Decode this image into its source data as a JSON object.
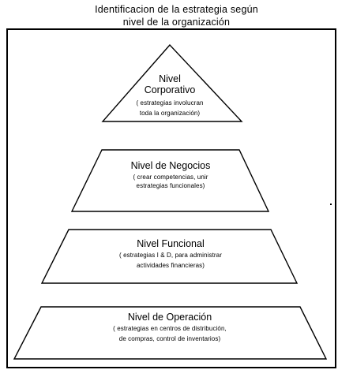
{
  "title": {
    "line1": "Identificacion de la estrategia según",
    "line2": "nivel de la organización"
  },
  "levels": [
    {
      "name_lines": [
        "Nivel",
        "Corporativo"
      ],
      "desc_lines": [
        "( estrategias involucran",
        "toda la organización)"
      ]
    },
    {
      "name_lines": [
        "Nivel de Negocios"
      ],
      "desc_lines": [
        "( crear competencias, unir",
        "estrategias funcionales)"
      ]
    },
    {
      "name_lines": [
        "Nivel Funcional"
      ],
      "desc_lines": [
        "( estrategias I & D, para administrar",
        "actividades financieras)"
      ]
    },
    {
      "name_lines": [
        "Nivel de Operación"
      ],
      "desc_lines": [
        "( estrategias en centros de distribución,",
        "de compras, control de inventarios)"
      ]
    }
  ]
}
